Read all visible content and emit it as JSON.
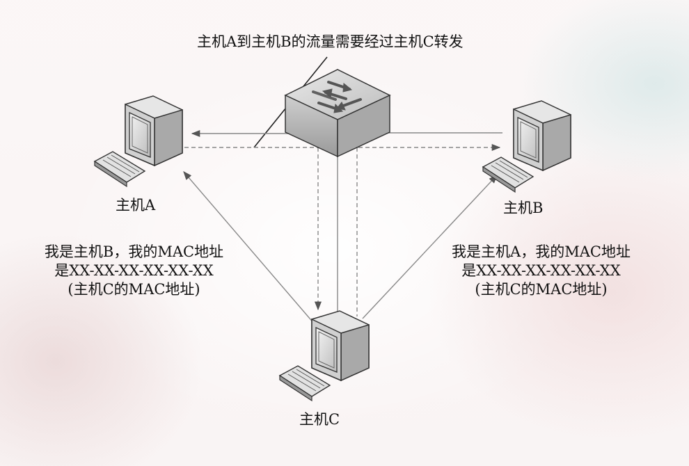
{
  "title": "主机A到主机B的流量需要经过主机C转发",
  "hosts": {
    "a": {
      "label": "主机A"
    },
    "b": {
      "label": "主机B"
    },
    "c": {
      "label": "主机C"
    }
  },
  "messages": {
    "to_a": [
      "我是主机B，我的MAC地址",
      "是XX-XX-XX-XX-XX-XX",
      "(主机C的MAC地址)"
    ],
    "to_b": [
      "我是主机A，我的MAC地址",
      "是XX-XX-XX-XX-XX-XX",
      "(主机C的MAC地址)"
    ]
  }
}
